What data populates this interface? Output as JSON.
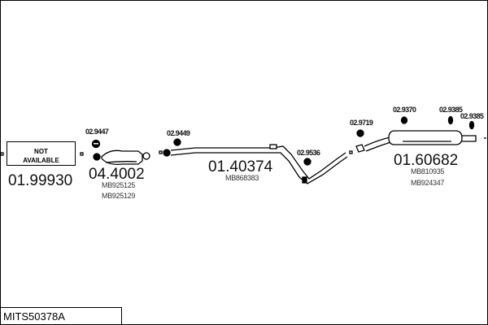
{
  "not_available": {
    "line1": "NOT",
    "line2": "AVAILABLE",
    "part": "01.99930"
  },
  "catalyst": {
    "part": "04.4002",
    "refs": [
      "MB925125",
      "MB925129"
    ],
    "clamp": "02.9447"
  },
  "front_pipe": {
    "part": "01.40374",
    "ref": "MB868383",
    "clamp": "02.9449"
  },
  "middle": {
    "clamp1": "02.9536",
    "clamp2": "02.9719"
  },
  "rear_silencer": {
    "part": "01.60682",
    "refs": [
      "MB810935",
      "MB924347"
    ],
    "mount1": "02.9370",
    "mount2": "02.9385",
    "mount3": "02.9385"
  },
  "set_code": "MITS50378A"
}
